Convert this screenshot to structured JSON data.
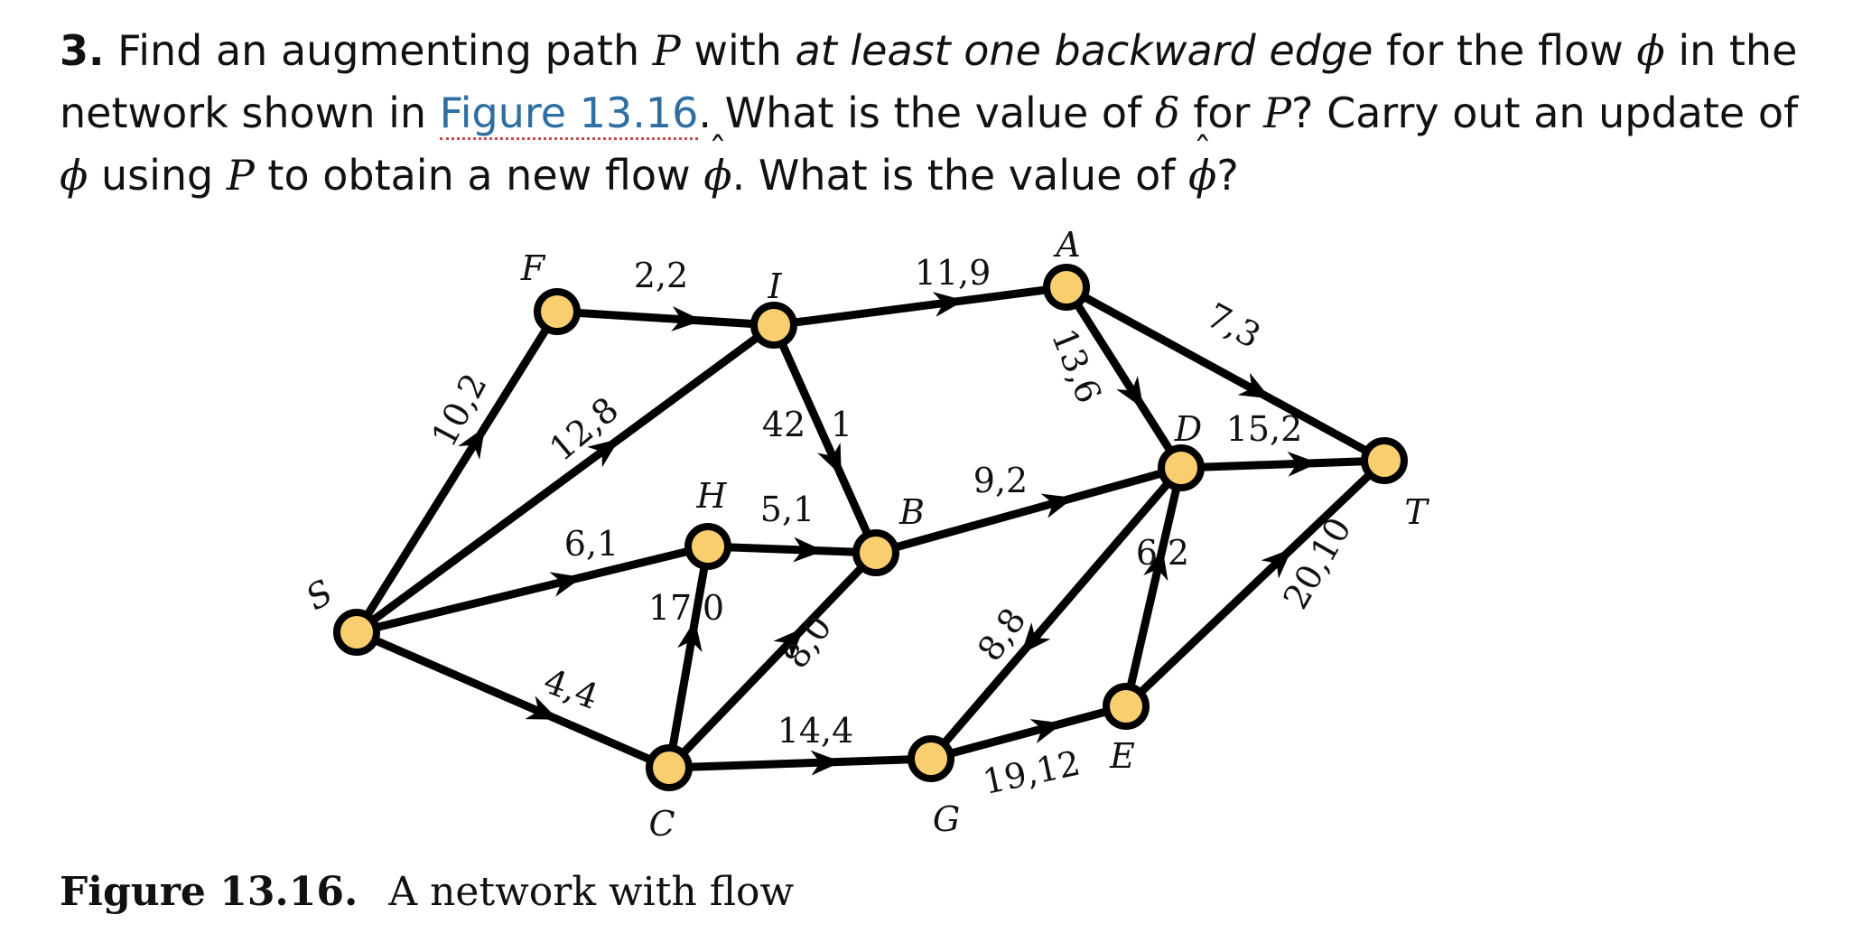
{
  "problem": {
    "number": "3.",
    "t1": "Find an augmenting path ",
    "t2": " with ",
    "t3": "at least one backward edge",
    "t4": " for the flow ",
    "t5": " in the network shown in ",
    "figure_ref": "Figure 13.16",
    "t6": ". What is the value of ",
    "t7": " for ",
    "t8": "? Carry out an update of ",
    "t9": " using ",
    "t10": " to obtain a new flow ",
    "t11": ". What is the value of ",
    "t12": "?",
    "sym_P": "P",
    "sym_phi": "ϕ",
    "sym_delta": "δ"
  },
  "caption": {
    "label": "Figure 13.16.",
    "text": "A network with flow"
  },
  "colors": {
    "node_fill": "#f9ce6f",
    "stroke": "#000000",
    "link": "#2f6ea0"
  },
  "network": {
    "nodes": [
      "S",
      "F",
      "I",
      "A",
      "H",
      "B",
      "D",
      "T",
      "C",
      "G",
      "E"
    ],
    "edges": [
      {
        "from": "S",
        "to": "F",
        "label": "10,2"
      },
      {
        "from": "S",
        "to": "I",
        "label": "12,8"
      },
      {
        "from": "S",
        "to": "H",
        "label": "6,1"
      },
      {
        "from": "S",
        "to": "C",
        "label": "4,4"
      },
      {
        "from": "F",
        "to": "I",
        "label": "2,2"
      },
      {
        "from": "I",
        "to": "A",
        "label": "11,9"
      },
      {
        "from": "I",
        "to": "B",
        "label": "42",
        "label2": "1"
      },
      {
        "from": "A",
        "to": "D",
        "label": "13,6"
      },
      {
        "from": "A",
        "to": "T",
        "label": "7,3"
      },
      {
        "from": "H",
        "to": "B",
        "label": "5,1"
      },
      {
        "from": "C",
        "to": "H",
        "label": "17",
        "label2": "0"
      },
      {
        "from": "C",
        "to": "B",
        "label": "8,0"
      },
      {
        "from": "C",
        "to": "G",
        "label": "14,4"
      },
      {
        "from": "B",
        "to": "D",
        "label": "9,2"
      },
      {
        "from": "D",
        "to": "T",
        "label": "15,2"
      },
      {
        "from": "D",
        "to": "G",
        "label": "8,8"
      },
      {
        "from": "E",
        "to": "D",
        "label": "6",
        "label2": "2"
      },
      {
        "from": "G",
        "to": "E",
        "label": "19,12"
      },
      {
        "from": "E",
        "to": "T",
        "label": "20,10"
      }
    ]
  }
}
